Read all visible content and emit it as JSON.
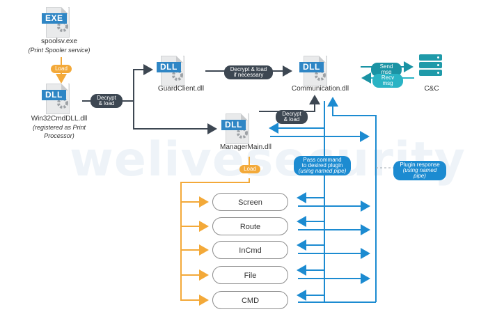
{
  "watermark": "welivesecurity",
  "exe": {
    "tag": "EXE",
    "name": "spoolsv.exe",
    "sub": "(Print Spooler service)"
  },
  "load_pill_1": "Load",
  "win32": {
    "tag": "DLL",
    "name": "Win32CmdDLL.dll",
    "sub": "(registered as Print Processor)"
  },
  "decrypt_load_1": "Decrypt & load",
  "guard": {
    "tag": "DLL",
    "name": "GuardClient.dll"
  },
  "decrypt_load_nec": "Decrypt & load if necessary",
  "comm": {
    "tag": "DLL",
    "name": "Communication.dll"
  },
  "send_msg": "Send msg",
  "recv_msg": "Recv msg",
  "cnc": "C&C",
  "decrypt_load_2": "Decrypt & load",
  "manager": {
    "tag": "DLL",
    "name": "ManagerMain.dll"
  },
  "load_pill_2": "Load",
  "pass_command": {
    "line1": "Pass command",
    "line2": "to desired plugin",
    "line3": "(using named pipe)"
  },
  "plugin_response": {
    "line1": "Plugin response",
    "line2": "(using named pipe)"
  },
  "plugins": [
    "Screen",
    "Route",
    "InCmd",
    "File",
    "CMD"
  ],
  "colors": {
    "blue": "#1c8bd1",
    "orange": "#f3a939",
    "dark": "#3d4752",
    "teal": "#1a93a4",
    "file_tag": "#2f86c5"
  }
}
